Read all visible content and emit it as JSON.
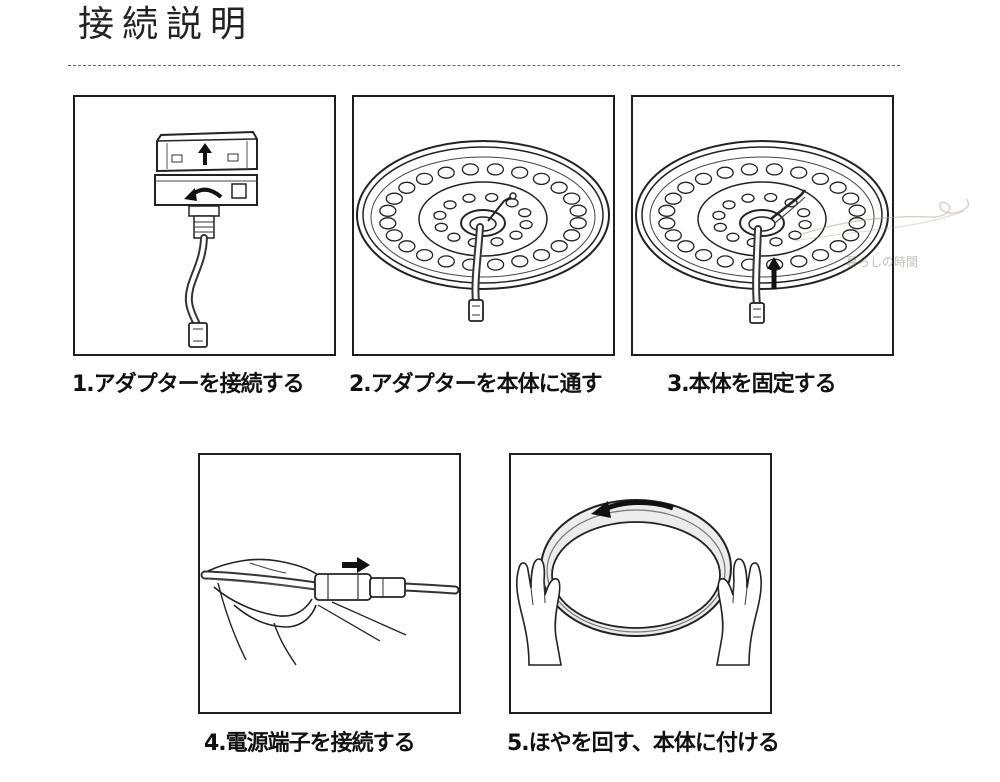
{
  "page": {
    "title": "接続説明"
  },
  "steps": [
    {
      "caption": "1.アダプターを接続する",
      "illustration": "adapter-connect-illustration"
    },
    {
      "caption": "2.アダプターを本体に通す",
      "illustration": "adapter-through-panel-illustration"
    },
    {
      "caption": "3.本体を固定する",
      "illustration": "panel-fix-illustration"
    },
    {
      "caption": "4.電源端子を接続する",
      "illustration": "power-terminal-connect-illustration"
    },
    {
      "caption": "5.ほやを回す、本体に付ける",
      "illustration": "shade-rotate-attach-illustration"
    }
  ],
  "watermark": {
    "text": "暮らしの時間"
  },
  "colors": {
    "line": "#222222",
    "text": "#111111",
    "divider": "#666666",
    "watermark": "#b4a08c"
  }
}
